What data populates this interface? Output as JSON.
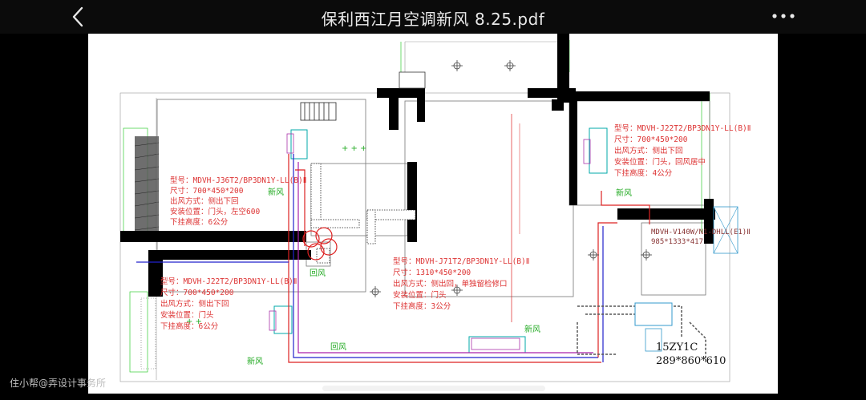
{
  "header": {
    "title": "保利西江月空调新风 8.25.pdf",
    "back_icon": "chevron-left-icon",
    "more_icon": "more-horizontal-icon"
  },
  "drawing": {
    "units": [
      {
        "model": "型号：MDVH-J36T2/BP3DN1Y-LL(B)Ⅱ",
        "size": "尺寸：700*450*200",
        "outlet": "出风方式：侧出下回",
        "install": "安装位置：门头，左空600",
        "drop": "下挂高度：6公分"
      },
      {
        "model": "型号：MDVH-J22T2/BP3DN1Y-LL(B)Ⅱ",
        "size": "尺寸：700*450*200",
        "outlet": "出风方式：侧出下回",
        "install": "安装位置：门头",
        "drop": "下挂高度：6公分"
      },
      {
        "model": "型号：MDVH-J71T2/BP3DN1Y-LL(B)Ⅱ",
        "size": "尺寸：1310*450*200",
        "outlet": "出风方式：侧出回，单独留检修口",
        "install": "安装位置：门头",
        "drop": "下挂高度：3公分"
      },
      {
        "model": "型号：MDVH-J22T2/BP3DN1Y-LL(B)Ⅱ",
        "size": "尺寸：700*450*200",
        "outlet": "出风方式：侧出下回",
        "install": "安装位置：门头，回风居中",
        "drop": "下挂高度：4公分"
      }
    ],
    "outdoor_model": "MDVH-V140W/N1-DHLL(E1)Ⅱ",
    "outdoor_size": "985*1333*417",
    "fresh_air_label": "新风",
    "return_air_label": "回风",
    "fresh_unit_model": "15ZY1C",
    "fresh_unit_size": "289*860*610"
  },
  "footer": {
    "watermark": "住小帮@弄设计事务所"
  }
}
